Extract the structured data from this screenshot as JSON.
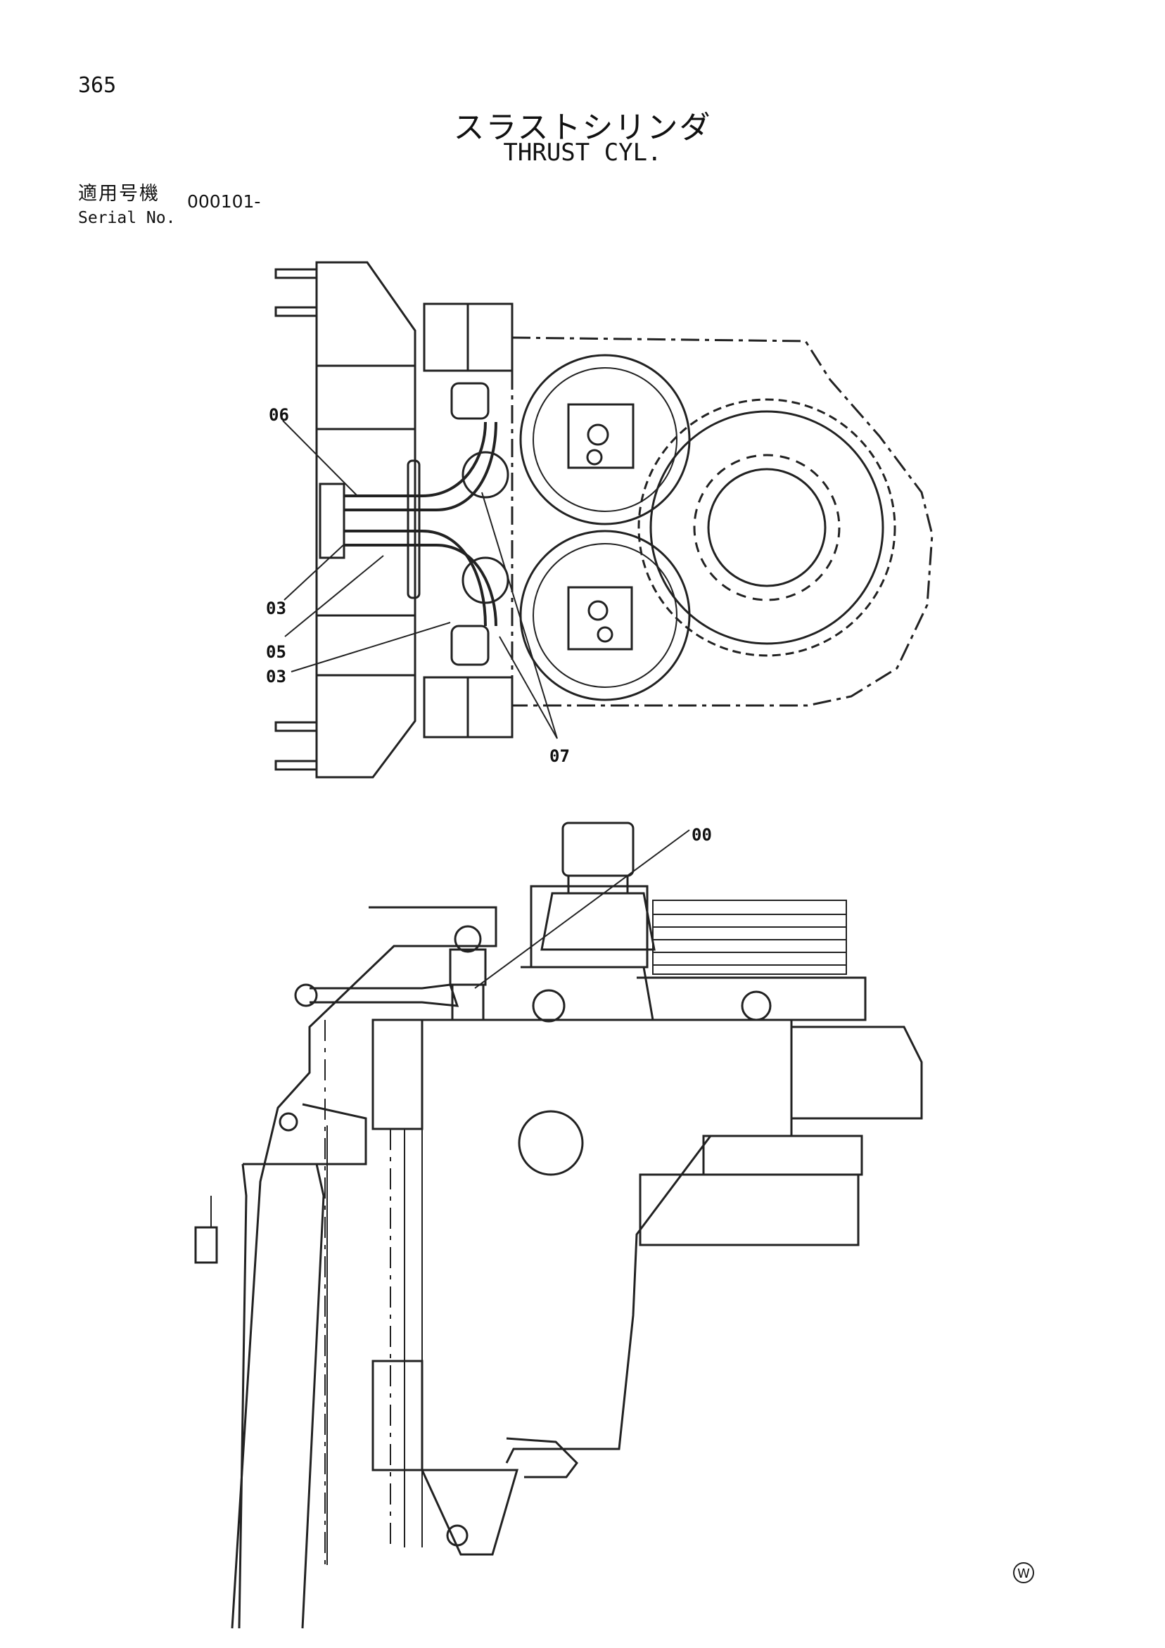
{
  "page": {
    "number": "365"
  },
  "title": {
    "japanese": "スラストシリンダ",
    "english": "THRUST CYL."
  },
  "serial": {
    "label_ja": "適用号機",
    "label_en": "Serial No.",
    "value": "000101-"
  },
  "callouts": {
    "top_view": [
      "06",
      "03",
      "05",
      "03",
      "07"
    ],
    "side_view": [
      "00"
    ]
  },
  "publisher_mark": "W"
}
